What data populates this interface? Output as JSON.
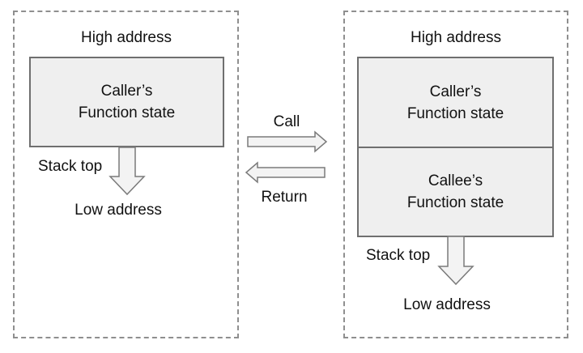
{
  "left_panel": {
    "high_address": "High address",
    "caller_frame": {
      "line1": "Caller’s",
      "line2": "Function state"
    },
    "stack_top": "Stack top",
    "low_address": "Low address"
  },
  "right_panel": {
    "high_address": "High address",
    "caller_frame": {
      "line1": "Caller’s",
      "line2": "Function state"
    },
    "callee_frame": {
      "line1": "Callee’s",
      "line2": "Function state"
    },
    "stack_top": "Stack top",
    "low_address": "Low address"
  },
  "transitions": {
    "call": "Call",
    "return": "Return"
  },
  "colors": {
    "frame_fill": "#efefef",
    "frame_border": "#6f6f6f",
    "dashed_border": "#8f8f8f",
    "arrow_fill": "#f3f3f3",
    "arrow_stroke": "#7a7a7a"
  }
}
